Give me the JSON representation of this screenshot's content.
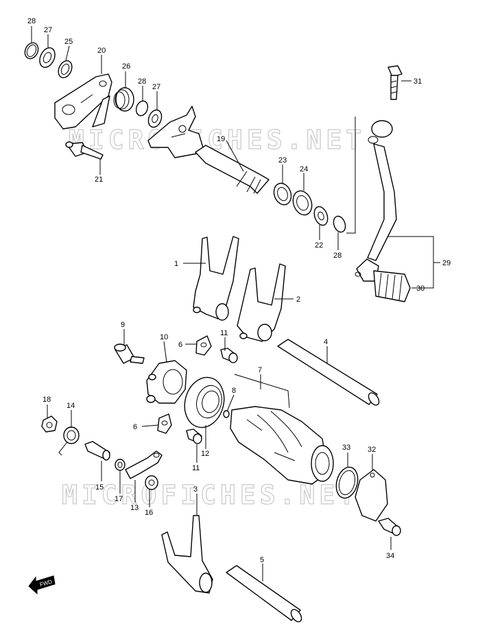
{
  "watermark": "MICROFICHES.NET",
  "fwd_label": "FWD",
  "callouts": [
    "28",
    "27",
    "25",
    "20",
    "26",
    "28",
    "27",
    "19",
    "21",
    "23",
    "24",
    "22",
    "28",
    "31",
    "29",
    "30",
    "1",
    "2",
    "9",
    "10",
    "6",
    "11",
    "4",
    "7",
    "8",
    "18",
    "14",
    "6",
    "11",
    "12",
    "33",
    "32",
    "15",
    "17",
    "13",
    "16",
    "3",
    "34",
    "5"
  ]
}
